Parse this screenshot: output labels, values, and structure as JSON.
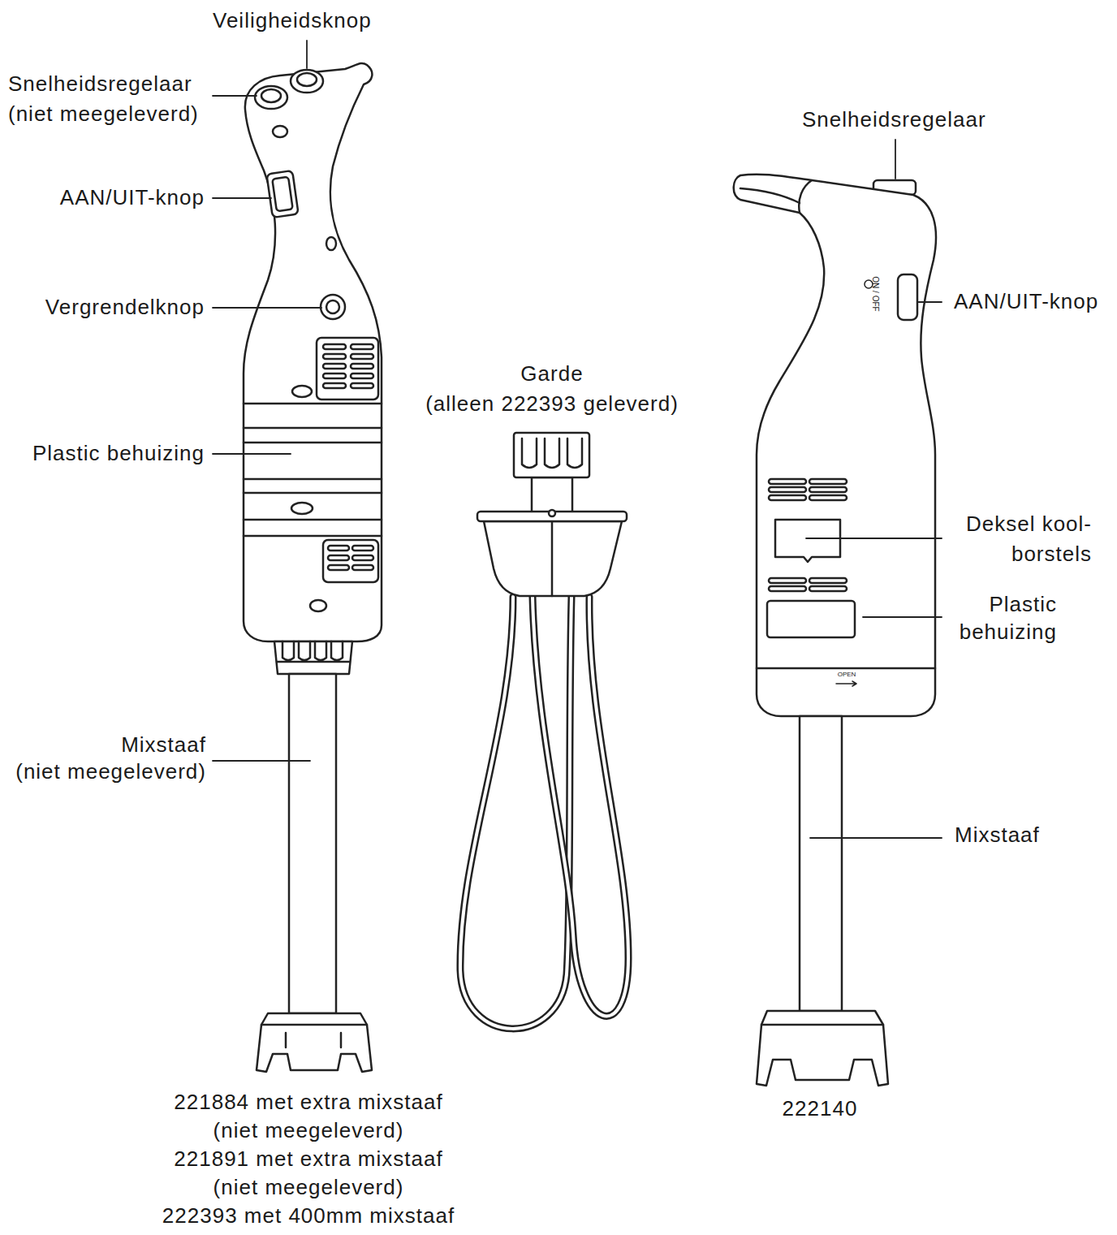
{
  "diagram": {
    "labels": [
      "Veiligheidsknop",
      "Snelheidsregelaar (niet meegeleverd)",
      "AAN/UIT-knop",
      "Vergrendelknop",
      "Plastic behuizing",
      "Mixstaaf (niet meegeleverd)",
      "Garde (alleen 222393 geleverd)",
      "Snelheidsregelaar",
      "ON / OFF",
      "AAN/UIT-knop",
      "Deksel kool- borstels",
      "Plastic behuizing",
      "OPEN",
      "Mixstaaf",
      "221884 met extra mixstaaf (niet meegeleverd)",
      "221891 met extra mixstaaf (niet meegeleverd)",
      "222393 met 400mm mixstaaf",
      "222140"
    ]
  }
}
